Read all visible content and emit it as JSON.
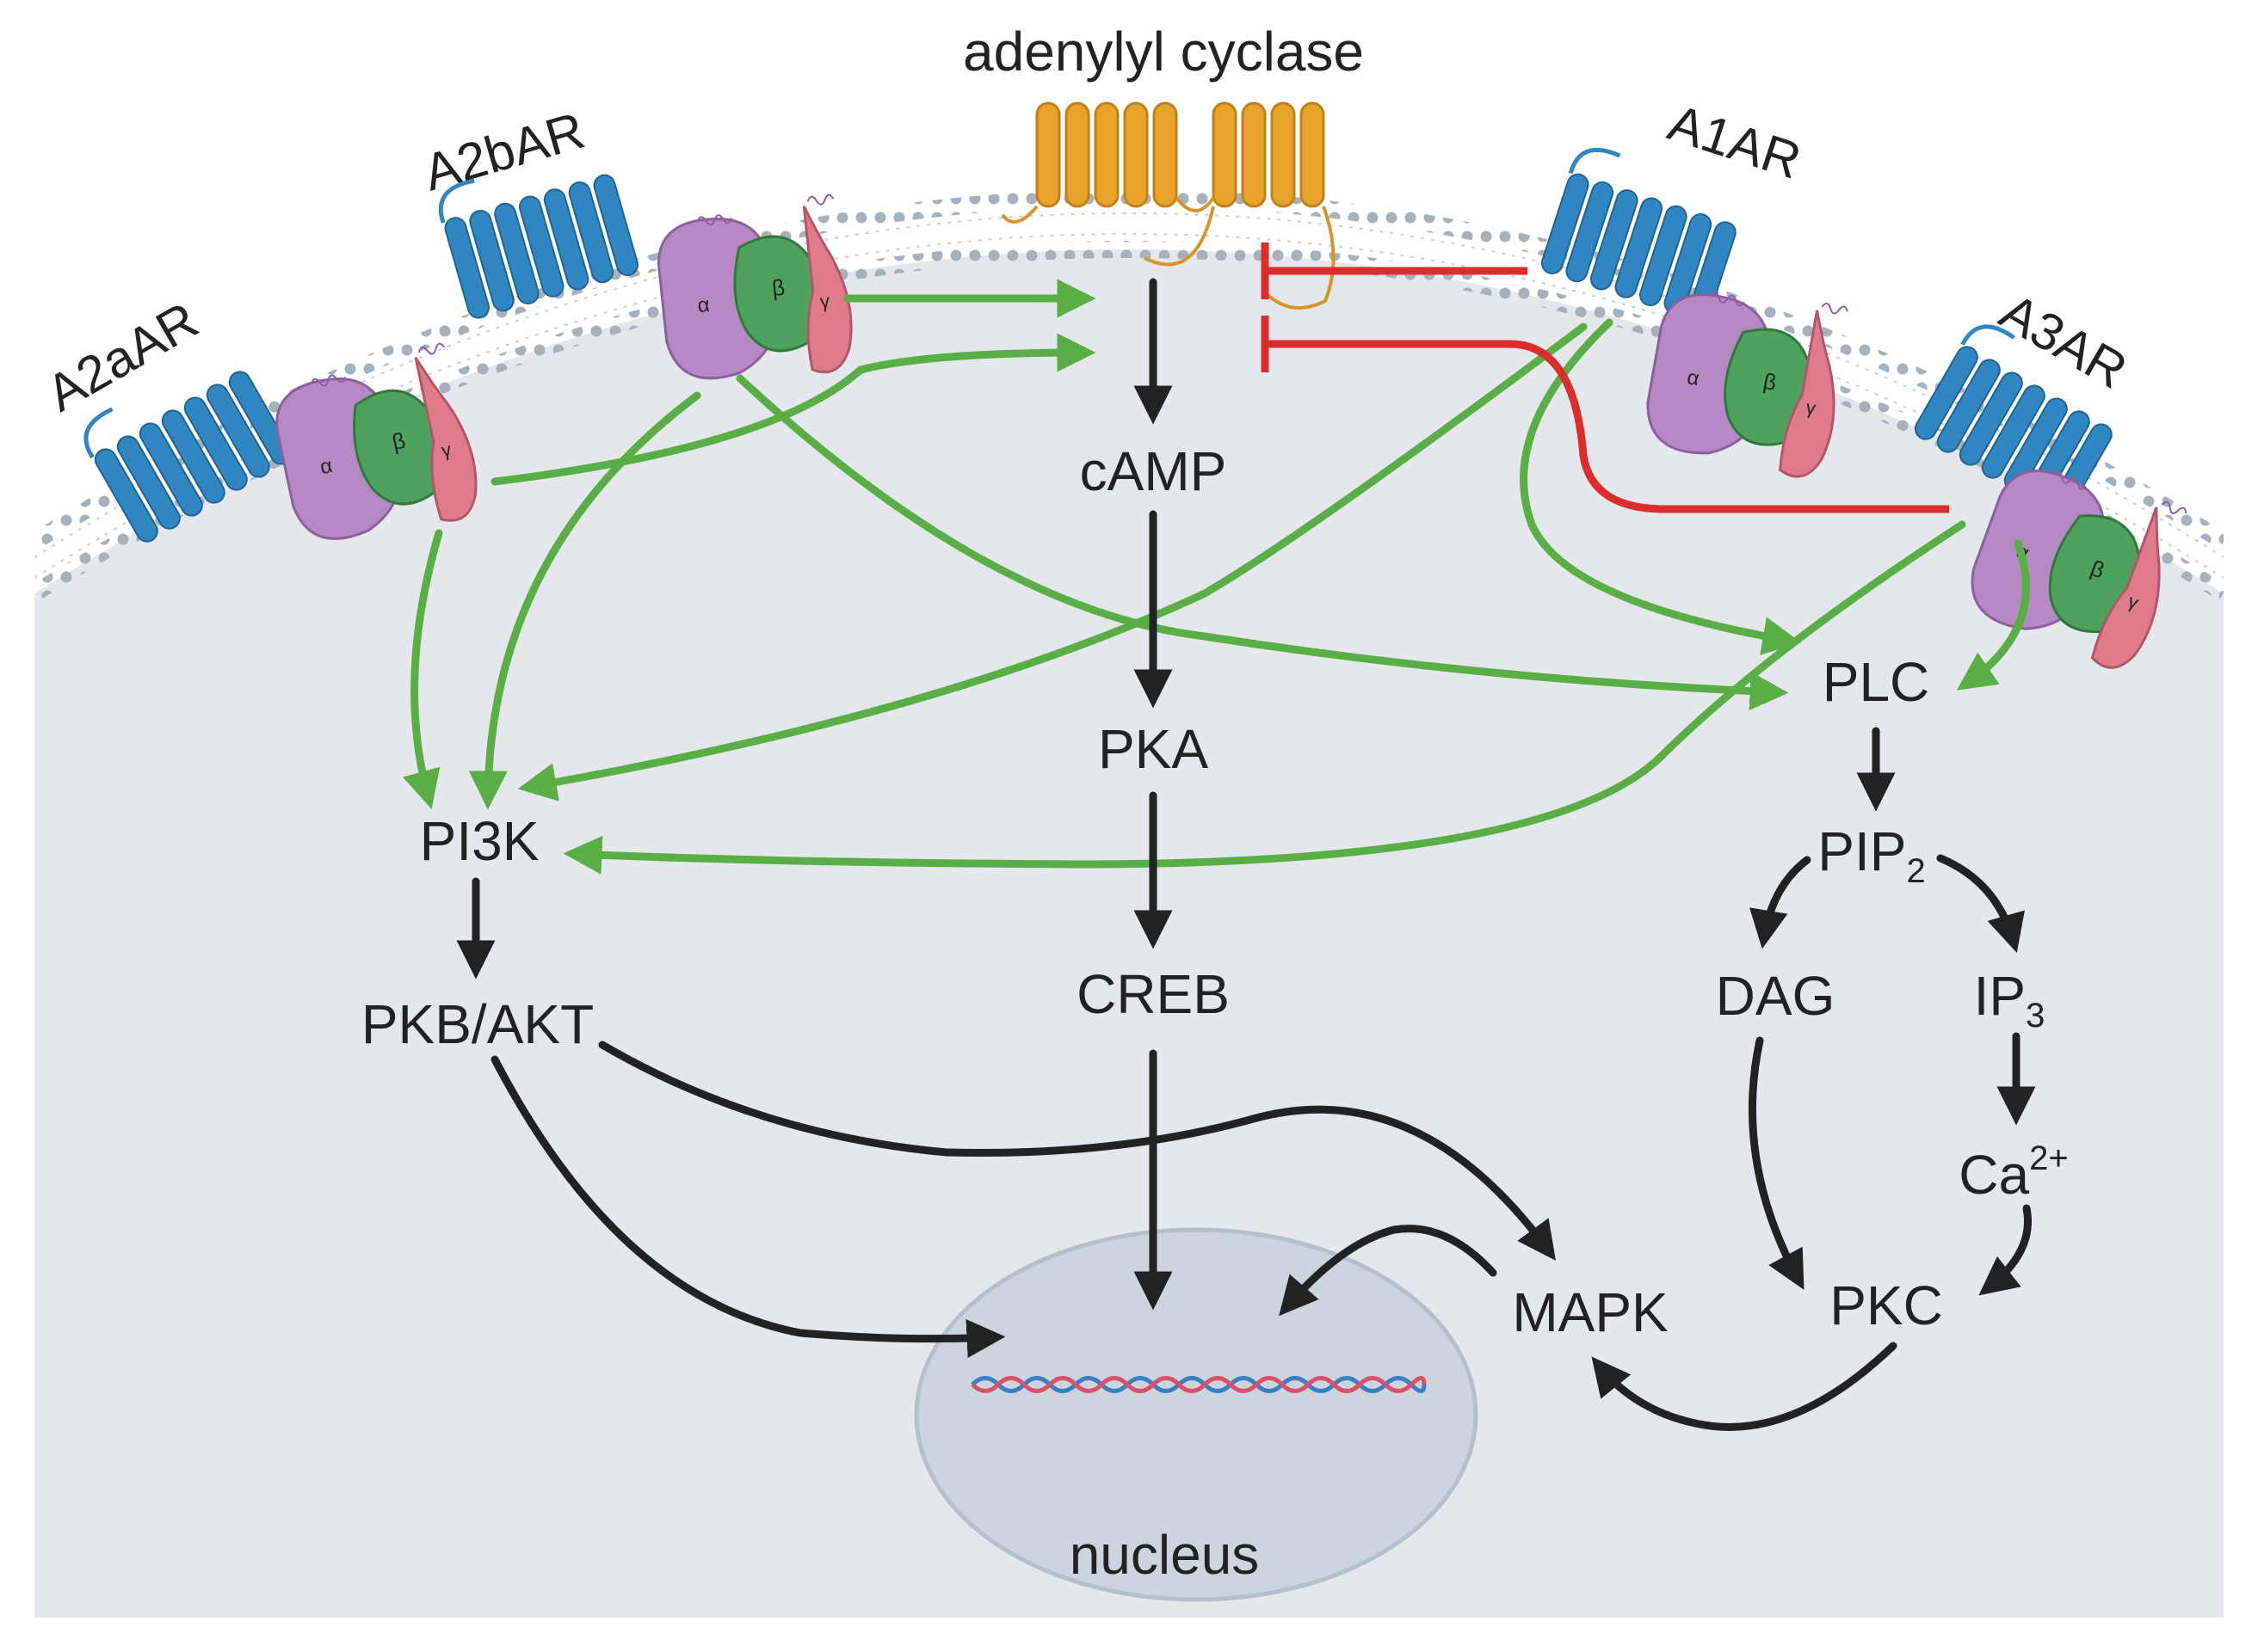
{
  "colors": {
    "cytoplasm": "#e4e7eb",
    "membrane_dot": "#a7b1bc",
    "receptor": "#2f86c0",
    "cyclase": "#e8a32b",
    "g_alpha": "#b689c4",
    "g_beta": "#4fa25e",
    "g_gamma": "#e07b8c",
    "activate": "#5aae46",
    "inhibit": "#dc2d2d",
    "arrow": "#222222",
    "nucleus": "#ccd4dd"
  },
  "membrane": {
    "enzyme_label": "adenylyl cyclase",
    "receptors": [
      {
        "id": "a2a",
        "label": "A2aAR"
      },
      {
        "id": "a2b",
        "label": "A2bAR"
      },
      {
        "id": "a1",
        "label": "A1AR"
      },
      {
        "id": "a3",
        "label": "A3AR"
      }
    ],
    "gprotein_subunits": {
      "alpha": "α",
      "beta": "β",
      "gamma": "γ"
    }
  },
  "nodes": {
    "camp": "cAMP",
    "pka": "PKA",
    "creb": "CREB",
    "pi3k": "PI3K",
    "pkb": "PKB/AKT",
    "plc": "PLC",
    "pip2": {
      "main": "PIP",
      "sub": "2"
    },
    "dag": "DAG",
    "ip3": {
      "main": "IP",
      "sub": "3"
    },
    "ca": {
      "main": "Ca",
      "sup": "2+"
    },
    "pkc": "PKC",
    "mapk": "MAPK",
    "nucleus": "nucleus"
  }
}
